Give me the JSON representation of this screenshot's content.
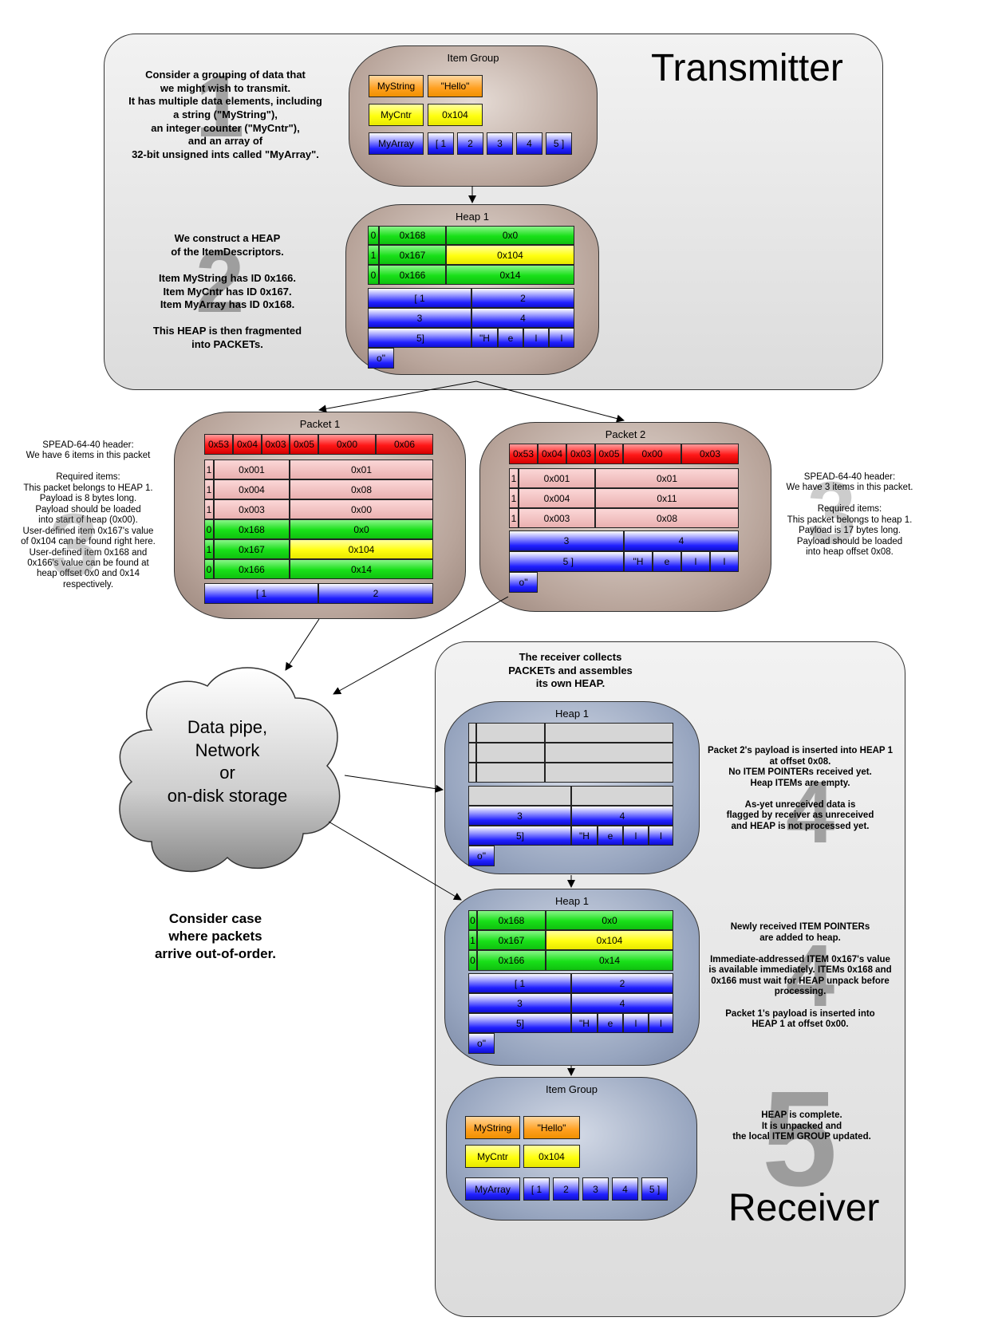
{
  "transmitter": {
    "title": "Transmitter",
    "step1_text": "Consider a grouping of data that\nwe might wish to transmit.\nIt has multiple data elements, including\na string (\"MyString\"),\nan integer counter (\"MyCntr\"),\nand an array of\n32-bit unsigned ints called \"MyArray\".",
    "step2_text": "We construct a HEAP\nof the ItemDescriptors.\n\nItem MyString has ID 0x166.\nItem MyCntr has ID 0x167.\nItem MyArray has ID 0x168.\n\nThis HEAP is then fragmented\ninto PACKETs.",
    "item_group": {
      "title": "Item Group",
      "mystring": "MyString",
      "mystring_val": "\"Hello\"",
      "mycntr": "MyCntr",
      "mycntr_val": "0x104",
      "myarray": "MyArray",
      "arr": [
        "[ 1",
        "2",
        "3",
        "4",
        "5 ]"
      ]
    },
    "heap": {
      "title": "Heap 1",
      "rows": [
        [
          "0",
          "0x168",
          "0x0"
        ],
        [
          "1",
          "0x167",
          "0x104"
        ],
        [
          "0",
          "0x166",
          "0x14"
        ]
      ],
      "payload": [
        "[ 1",
        "2",
        "3",
        "4",
        "5]",
        "\"H",
        "e",
        "l",
        "l",
        "o\""
      ]
    }
  },
  "packet1": {
    "title": "Packet 1",
    "header": [
      "0x53",
      "0x04",
      "0x03",
      "0x05",
      "0x00",
      "0x06"
    ],
    "pink_rows": [
      [
        "1",
        "0x001",
        "0x01"
      ],
      [
        "1",
        "0x004",
        "0x08"
      ],
      [
        "1",
        "0x003",
        "0x00"
      ]
    ],
    "rows": [
      [
        "0",
        "0x168",
        "0x0"
      ],
      [
        "1",
        "0x167",
        "0x104"
      ],
      [
        "0",
        "0x166",
        "0x14"
      ]
    ],
    "payload": [
      "[ 1",
      "2"
    ],
    "text": "SPEAD-64-40 header:\nWe have 6 items in this packet\n\nRequired items:\nThis packet belongs to HEAP 1.\nPayload is 8 bytes long.\nPayload should be loaded\ninto start of heap (0x00).\nUser-defined item 0x167's value\nof 0x104 can be found right here.\nUser-defined item 0x168 and\n0x166's value can be found at\nheap offset 0x0 and 0x14\nrespectively."
  },
  "packet2": {
    "title": "Packet 2",
    "header": [
      "0x53",
      "0x04",
      "0x03",
      "0x05",
      "0x00",
      "0x03"
    ],
    "pink_rows": [
      [
        "1",
        "0x001",
        "0x01"
      ],
      [
        "1",
        "0x004",
        "0x11"
      ],
      [
        "1",
        "0x003",
        "0x08"
      ]
    ],
    "payload": [
      "3",
      "4",
      "5 ]",
      "\"H",
      "e",
      "l",
      "l",
      "o\""
    ],
    "text": "SPEAD-64-40 header:\nWe have 3 items in this packet.\n\nRequired items:\nThis packet belongs to heap 1.\nPayload is 17 bytes long.\nPayload should be loaded\ninto heap offset 0x08."
  },
  "cloud": {
    "text": "Data pipe,\nNetwork\nor\non-disk storage"
  },
  "out_of_order_text": "Consider case\nwhere packets\narrive out-of-order.",
  "receiver": {
    "title": "Receiver",
    "intro": "The receiver collects\nPACKETs and assembles\nits own HEAP.",
    "heap_a": {
      "title": "Heap 1",
      "payload": [
        "3",
        "4",
        "5]",
        "\"H",
        "e",
        "l",
        "l",
        "o\""
      ],
      "text": "Packet 2's payload is inserted into HEAP 1\nat offset 0x08.\nNo ITEM POINTERs received yet.\nHeap ITEMs are empty.\n\nAs-yet unreceived data is\nflagged by receiver as unreceived\nand HEAP is not processed yet."
    },
    "heap_b": {
      "title": "Heap 1",
      "rows": [
        [
          "0",
          "0x168",
          "0x0"
        ],
        [
          "1",
          "0x167",
          "0x104"
        ],
        [
          "0",
          "0x166",
          "0x14"
        ]
      ],
      "payload": [
        "[ 1",
        "2",
        "3",
        "4",
        "5]",
        "\"H",
        "e",
        "l",
        "l",
        "o\""
      ],
      "text": "Newly received ITEM POINTERs\nare added to heap.\n\nImmediate-addressed ITEM 0x167's value\nis available immediately. ITEMs 0x168 and\n0x166 must wait for HEAP unpack before\nprocessing.\n\nPacket 1's payload is inserted into\nHEAP 1 at offset 0x00."
    },
    "item_group": {
      "title": "Item Group",
      "mystring": "MyString",
      "mystring_val": "\"Hello\"",
      "mycntr": "MyCntr",
      "mycntr_val": "0x104",
      "myarray": "MyArray",
      "arr": [
        "[ 1",
        "2",
        "3",
        "4",
        "5 ]"
      ],
      "text": "HEAP is complete.\nIt is unpacked and\nthe local ITEM GROUP updated."
    }
  },
  "step_numbers": [
    "1",
    "2",
    "3",
    "3",
    "4",
    "4",
    "5"
  ],
  "colors": {
    "header": "#ff1818",
    "pointer": "#eab0b0",
    "green": "#18e018",
    "yellow": "#ffff10",
    "blue": "#2020ff",
    "orange": "#ffa020",
    "transmitter_pill": "#b8a49a",
    "receiver_pill": "#97a5bf"
  }
}
